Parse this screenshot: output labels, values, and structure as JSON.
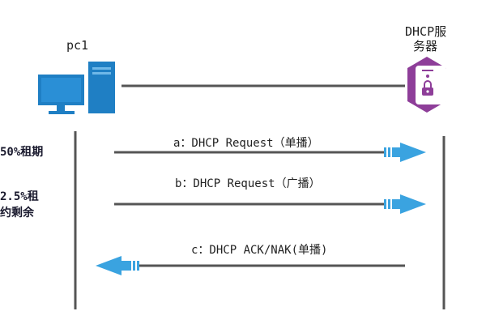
{
  "client": {
    "name": "pc1"
  },
  "server": {
    "name_line1": "DHCP服",
    "name_line2": "务器"
  },
  "left_notes": {
    "note1": "50%租期",
    "note2_line1": "2.5%租",
    "note2_line2": "约剩余"
  },
  "messages": [
    {
      "label": "a：DHCP Request（单播）",
      "direction": "to-server"
    },
    {
      "label": "b：DHCP Request（广播）",
      "direction": "to-server"
    },
    {
      "label": "c：DHCP ACK/NAK(单播)",
      "direction": "to-client"
    }
  ],
  "colors": {
    "computer_blue": "#1f7fc4",
    "server_purple": "#8e3e99",
    "arrow_blue": "#3aa3e0",
    "line_gray": "#555555"
  },
  "icons": {
    "client": "desktop-computer-icon",
    "server": "server-lock-icon"
  }
}
